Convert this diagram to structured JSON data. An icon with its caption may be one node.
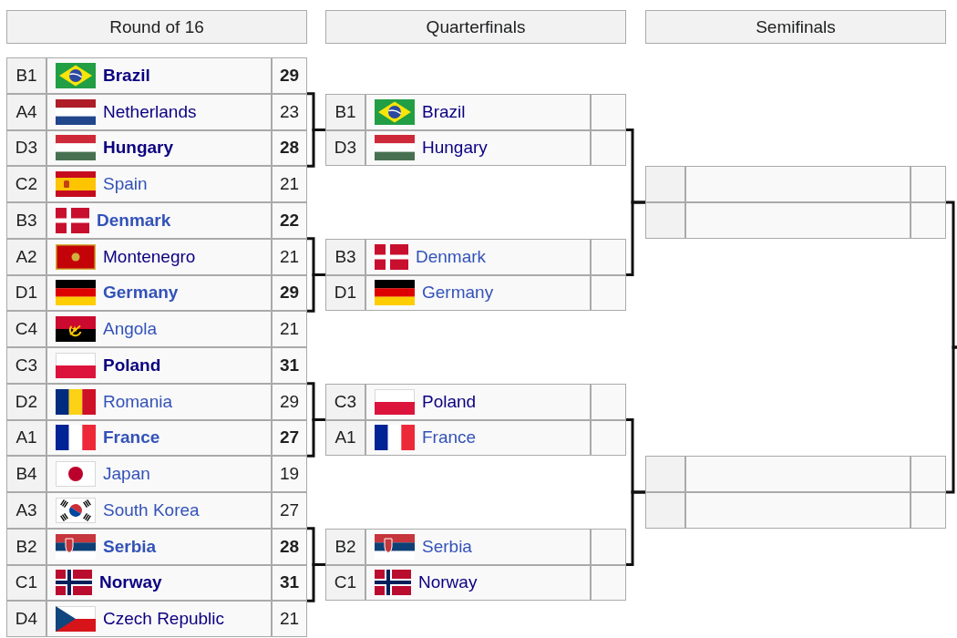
{
  "diagram": {
    "nodes": [
      {
        "text": [
          "Round of 16"
        ]
      },
      {
        "text": [
          "Quarterfinals"
        ]
      },
      {
        "text": [
          "Semifinals"
        ]
      },
      {
        "text": [
          "B1",
          "Brazil",
          "29",
          "A4",
          "Netherlands",
          "23"
        ]
      },
      {
        "text": [
          "D3",
          "Hungary",
          "28",
          "C2",
          "Spain",
          "21"
        ]
      },
      {
        "text": [
          "B3",
          "Denmark",
          "22",
          "A2",
          "Montenegro",
          "21"
        ]
      },
      {
        "text": [
          "D1",
          "Germany",
          "29",
          "C4",
          "Angola",
          "21"
        ]
      },
      {
        "text": [
          "C3",
          "Poland",
          "31",
          "D2",
          "Romania",
          "29"
        ]
      },
      {
        "text": [
          "A1",
          "France",
          "27",
          "B4",
          "Japan",
          "19"
        ]
      },
      {
        "text": [
          "A3",
          "South Korea",
          "27",
          "B2",
          "Serbia",
          "28"
        ]
      },
      {
        "text": [
          "C1",
          "Norway",
          "31",
          "D4",
          "Czech Republic",
          "21"
        ]
      },
      {
        "text": [
          "B1",
          "Brazil",
          "D3",
          "Hungary"
        ]
      },
      {
        "text": [
          "B3",
          "Denmark",
          "D1",
          "Germany"
        ]
      },
      {
        "text": [
          "C3",
          "Poland",
          "A1",
          "France"
        ]
      },
      {
        "text": [
          "B2",
          "Serbia",
          "C1",
          "Norway"
        ]
      },
      {
        "text": [],
        "shape": "box"
      },
      {
        "text": [],
        "shape": "box"
      }
    ],
    "edges": [
      {
        "from": 3,
        "to": 11,
        "arrow": "none"
      },
      {
        "from": 4,
        "to": 11,
        "arrow": "none"
      },
      {
        "from": 5,
        "to": 12,
        "arrow": "none"
      },
      {
        "from": 6,
        "to": 12,
        "arrow": "none"
      },
      {
        "from": 7,
        "to": 13,
        "arrow": "none"
      },
      {
        "from": 8,
        "to": 13,
        "arrow": "none"
      },
      {
        "from": 9,
        "to": 14,
        "arrow": "none"
      },
      {
        "from": 10,
        "to": 14,
        "arrow": "none"
      },
      {
        "from": 11,
        "to": 15,
        "arrow": "none"
      },
      {
        "from": 12,
        "to": 15,
        "arrow": "none"
      },
      {
        "from": 13,
        "to": 16,
        "arrow": "none"
      },
      {
        "from": 14,
        "to": 16,
        "arrow": "none"
      },
      {
        "from": 15,
        "to": null,
        "arrow": "none"
      },
      {
        "from": 16,
        "to": null,
        "arrow": "none"
      }
    ]
  }
}
